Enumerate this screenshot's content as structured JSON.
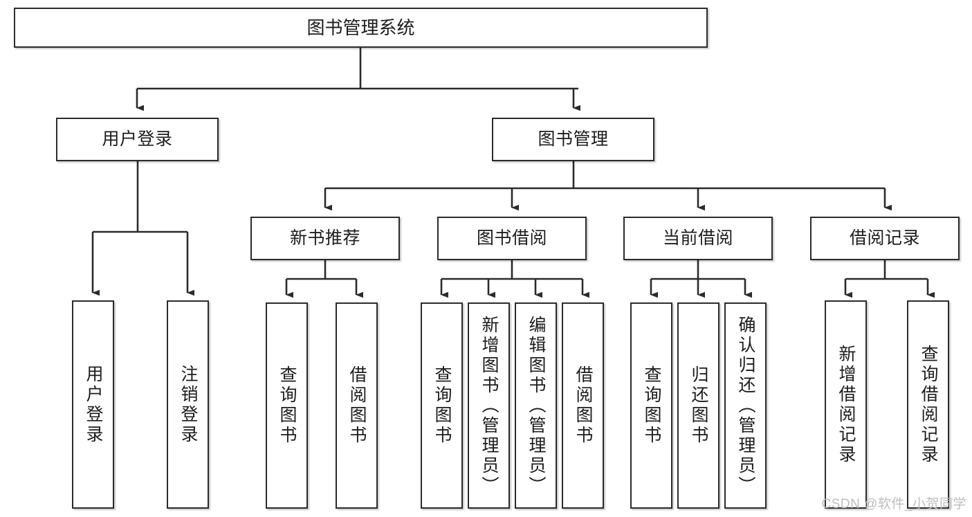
{
  "diagram": {
    "title": "图书管理系统",
    "watermark": "CSDN @软件_小贺同学",
    "line_color": "#2b2b2b",
    "box_fill": "#ffffff",
    "text_color": "#1c1c1c",
    "levels": {
      "root": "图书管理系统",
      "level2": [
        "用户登录",
        "图书管理"
      ],
      "level3": [
        "新书推荐",
        "图书借阅",
        "当前借阅",
        "借阅记录"
      ]
    },
    "nodes": {
      "root": {
        "label": "图书管理系统"
      },
      "user_login": {
        "label": "用户登录"
      },
      "book_manage": {
        "label": "图书管理"
      },
      "new_book_rec": {
        "label": "新书推荐"
      },
      "book_borrow": {
        "label": "图书借阅"
      },
      "current_borrow": {
        "label": "当前借阅"
      },
      "borrow_record": {
        "label": "借阅记录"
      },
      "leaf_user_login": {
        "label": "用户登录"
      },
      "leaf_logout": {
        "label": "注销登录"
      },
      "leaf_query_book_a": {
        "label": "查询图书"
      },
      "leaf_borrow_book_a": {
        "label": "借阅图书"
      },
      "leaf_query_book_b": {
        "label": "查询图书"
      },
      "leaf_add_book_admin": {
        "label": "新增图书（管理员）"
      },
      "leaf_edit_book_admin": {
        "label": "编辑图书（管理员）"
      },
      "leaf_borrow_book_b": {
        "label": "借阅图书"
      },
      "leaf_query_book_c": {
        "label": "查询图书"
      },
      "leaf_return_book": {
        "label": "归还图书"
      },
      "leaf_confirm_return_admin": {
        "label": "确认归还（管理员）"
      },
      "leaf_add_borrow_record": {
        "label": "新增借阅记录"
      },
      "leaf_query_borrow_record": {
        "label": "查询借阅记录"
      }
    }
  },
  "chart_data": {
    "type": "diagram",
    "subtype": "tree",
    "title": "图书管理系统",
    "orientation": "top-down",
    "tree": {
      "label": "图书管理系统",
      "children": [
        {
          "label": "用户登录",
          "children": [
            {
              "label": "用户登录",
              "children": []
            },
            {
              "label": "注销登录",
              "children": []
            }
          ]
        },
        {
          "label": "图书管理",
          "children": [
            {
              "label": "新书推荐",
              "children": [
                {
                  "label": "查询图书",
                  "children": []
                },
                {
                  "label": "借阅图书",
                  "children": []
                }
              ]
            },
            {
              "label": "图书借阅",
              "children": [
                {
                  "label": "查询图书",
                  "children": []
                },
                {
                  "label": "新增图书（管理员）",
                  "children": []
                },
                {
                  "label": "编辑图书（管理员）",
                  "children": []
                },
                {
                  "label": "借阅图书",
                  "children": []
                }
              ]
            },
            {
              "label": "当前借阅",
              "children": [
                {
                  "label": "查询图书",
                  "children": []
                },
                {
                  "label": "归还图书",
                  "children": []
                },
                {
                  "label": "确认归还（管理员）",
                  "children": []
                }
              ]
            },
            {
              "label": "借阅记录",
              "children": [
                {
                  "label": "新增借阅记录",
                  "children": []
                },
                {
                  "label": "查询借阅记录",
                  "children": []
                }
              ]
            }
          ]
        }
      ]
    }
  }
}
